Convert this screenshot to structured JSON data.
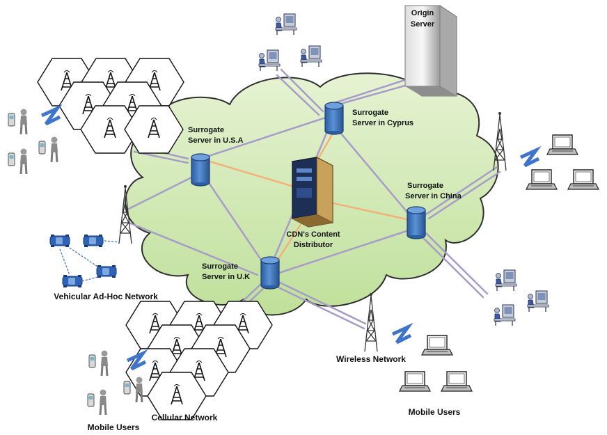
{
  "labels": {
    "origin_server_line1": "Origin",
    "origin_server_line2": "Server",
    "surrogate_cyprus_line1": "Surrogate",
    "surrogate_cyprus_line2": "Server in Cyprus",
    "surrogate_usa_line1": "Surrogate",
    "surrogate_usa_line2": "Server in U.S.A",
    "surrogate_china_line1": "Surrogate",
    "surrogate_china_line2": "Server in China",
    "surrogate_uk_line1": "Surrogate",
    "surrogate_uk_line2": "Server in U.K",
    "cdn_line1": "CDN's Content",
    "cdn_line2": "Distributor",
    "vehicular": "Vehicular Ad-Hoc Network",
    "wireless": "Wireless Network",
    "cellular": "Cellular Network",
    "mobile_users_left": "Mobile Users",
    "mobile_users_right": "Mobile Users"
  },
  "colors": {
    "cloud_fill": "#cfe8b0",
    "cloud_stroke": "#2f2f2f",
    "server_blue": "#3f78c2",
    "link_purple": "#a79cc8",
    "link_orange": "#f3b27a",
    "vehicle_blue": "#2e62b5"
  }
}
